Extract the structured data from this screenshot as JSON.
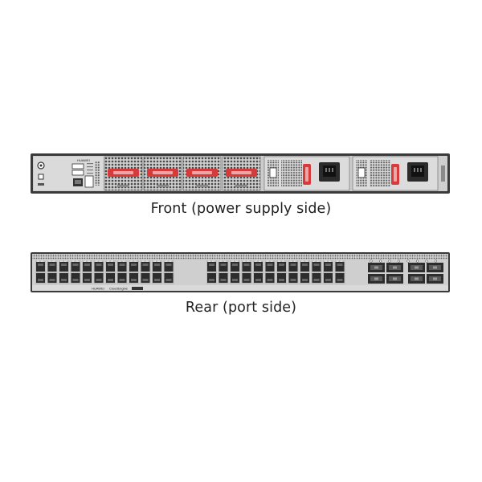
{
  "front": {
    "caption": "Front (power supply side)",
    "brand": "HUAWEI",
    "fan_module_count": 4,
    "power_module_count": 2
  },
  "rear": {
    "caption": "Rear (port side)",
    "brand": "HUAWEI",
    "product": "CloudEngine",
    "sfp_cage_columns": 24,
    "qsfp_cage_count": 8
  },
  "colors": {
    "chassis": "#3a3a3a",
    "panel": "#d9d9d9",
    "handle": "#d63a3a",
    "port": "#2d2d2d",
    "caption": "#222222"
  }
}
